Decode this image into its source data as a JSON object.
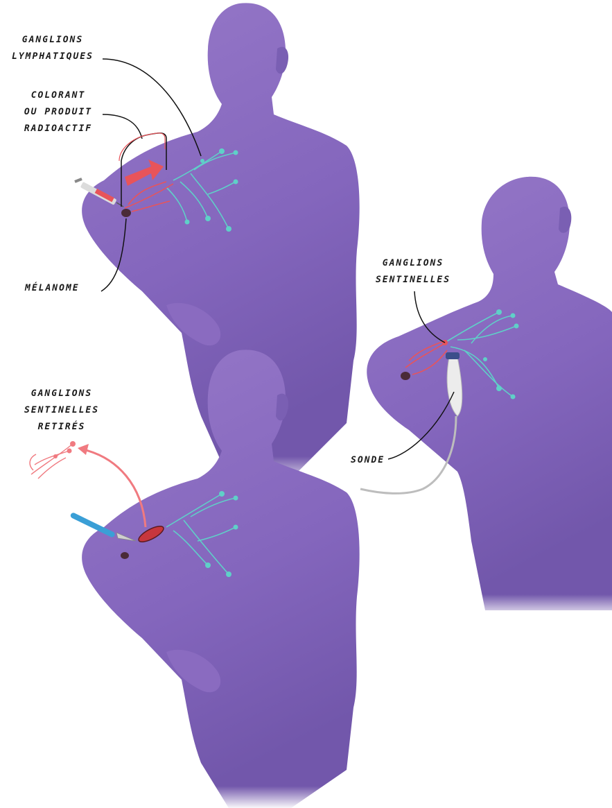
{
  "labels": {
    "ganglions_lymphatiques": [
      "GANGLIONS",
      "LYMPHATIQUES"
    ],
    "colorant": [
      "COLORANT",
      "OU PRODUIT",
      "RADIOACTIF"
    ],
    "melanome": "MÉLANOME",
    "ganglions_sentinelles": [
      "GANGLIONS",
      "SENTINELLES"
    ],
    "sonde": "SONDE",
    "ganglions_retires": [
      "GANGLIONS",
      "SENTINELLES",
      "RETIRÉS"
    ]
  },
  "colors": {
    "body": "#8f6cc4",
    "body_dark": "#6f55a6",
    "lymph_nodes": "#5fd0c8",
    "sentinel_red": "#e8545a",
    "removed_nodes": "#f07a80",
    "leader_line": "#111111",
    "tumor": "#4a2a38"
  },
  "icons": [
    "syringe-icon",
    "scalpel-icon",
    "probe-icon",
    "arrow-icon",
    "tumor-icon"
  ]
}
